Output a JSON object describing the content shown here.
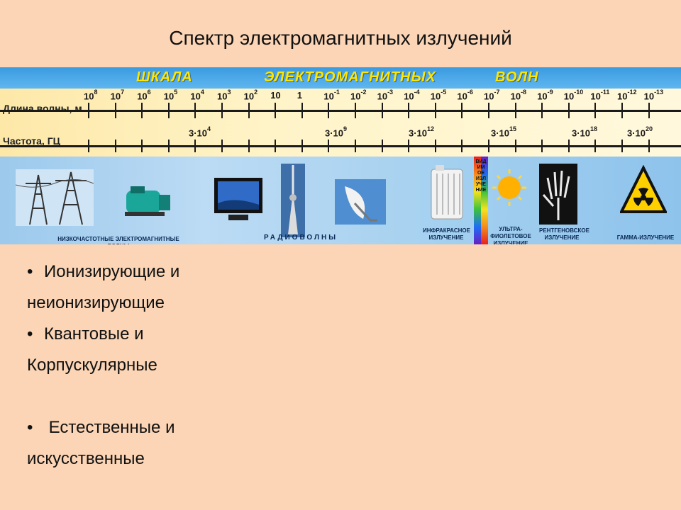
{
  "title": "Спектр электромагнитных излучений",
  "banner": {
    "heading": [
      "ШКАЛА",
      "ЭЛЕКТРОМАГНИТНЫХ",
      "ВОЛН"
    ],
    "wavelength_label": "Длина волны, м",
    "frequency_label": "Частота, ГЦ",
    "wavelengths": [
      {
        "base": "10",
        "exp": "8"
      },
      {
        "base": "10",
        "exp": "7"
      },
      {
        "base": "10",
        "exp": "6"
      },
      {
        "base": "10",
        "exp": "5"
      },
      {
        "base": "10",
        "exp": "4"
      },
      {
        "base": "10",
        "exp": "3"
      },
      {
        "base": "10",
        "exp": "2"
      },
      {
        "base": "10",
        "exp": ""
      },
      {
        "base": "1",
        "exp": ""
      },
      {
        "base": "10",
        "exp": "-1"
      },
      {
        "base": "10",
        "exp": "-2"
      },
      {
        "base": "10",
        "exp": "-3"
      },
      {
        "base": "10",
        "exp": "-4"
      },
      {
        "base": "10",
        "exp": "-5"
      },
      {
        "base": "10",
        "exp": "-6"
      },
      {
        "base": "10",
        "exp": "-7"
      },
      {
        "base": "10",
        "exp": "-8"
      },
      {
        "base": "10",
        "exp": "-9"
      },
      {
        "base": "10",
        "exp": "-10"
      },
      {
        "base": "10",
        "exp": "-11"
      },
      {
        "base": "10",
        "exp": "-12"
      },
      {
        "base": "10",
        "exp": "-13"
      }
    ],
    "frequencies": [
      {
        "base": "3·10",
        "exp": "4"
      },
      {
        "base": "3·10",
        "exp": "9"
      },
      {
        "base": "3·10",
        "exp": "12"
      },
      {
        "base": "3·10",
        "exp": "15"
      },
      {
        "base": "3·10",
        "exp": "18"
      },
      {
        "base": "3·10",
        "exp": "20"
      }
    ],
    "bands": {
      "low_freq": "НИЗКОЧАСТОТНЫЕ ЭЛЕКТРОМАГНИТНЫЕ ВОЛНЫ",
      "radio": "РАДИОВОЛНЫ",
      "infrared": "ИНФРАКРАСНОЕ ИЗЛУЧЕНИЕ",
      "visible": "ВИДИМОЕ ИЗЛУЧЕНИЕ",
      "ultraviolet": "УЛЬТРА-ФИОЛЕТОВОЕ ИЗЛУЧЕНИЕ",
      "xray": "РЕНТГЕНОВСКОЕ ИЗЛУЧЕНИЕ",
      "gamma": "ГАММА-ИЗЛУЧЕНИЕ"
    }
  },
  "bullets": [
    {
      "text": "Ионизирующие и",
      "bullet": true
    },
    {
      "text": "неионизирующие",
      "bullet": false
    },
    {
      "text": "Квантовые и",
      "bullet": true
    },
    {
      "text": "Корпускулярные",
      "bullet": false
    },
    {
      "text": "",
      "bullet": false
    },
    {
      "text": " Естественные и",
      "bullet": true
    },
    {
      "text": "искусственные",
      "bullet": false
    }
  ],
  "bullet_char": "•"
}
